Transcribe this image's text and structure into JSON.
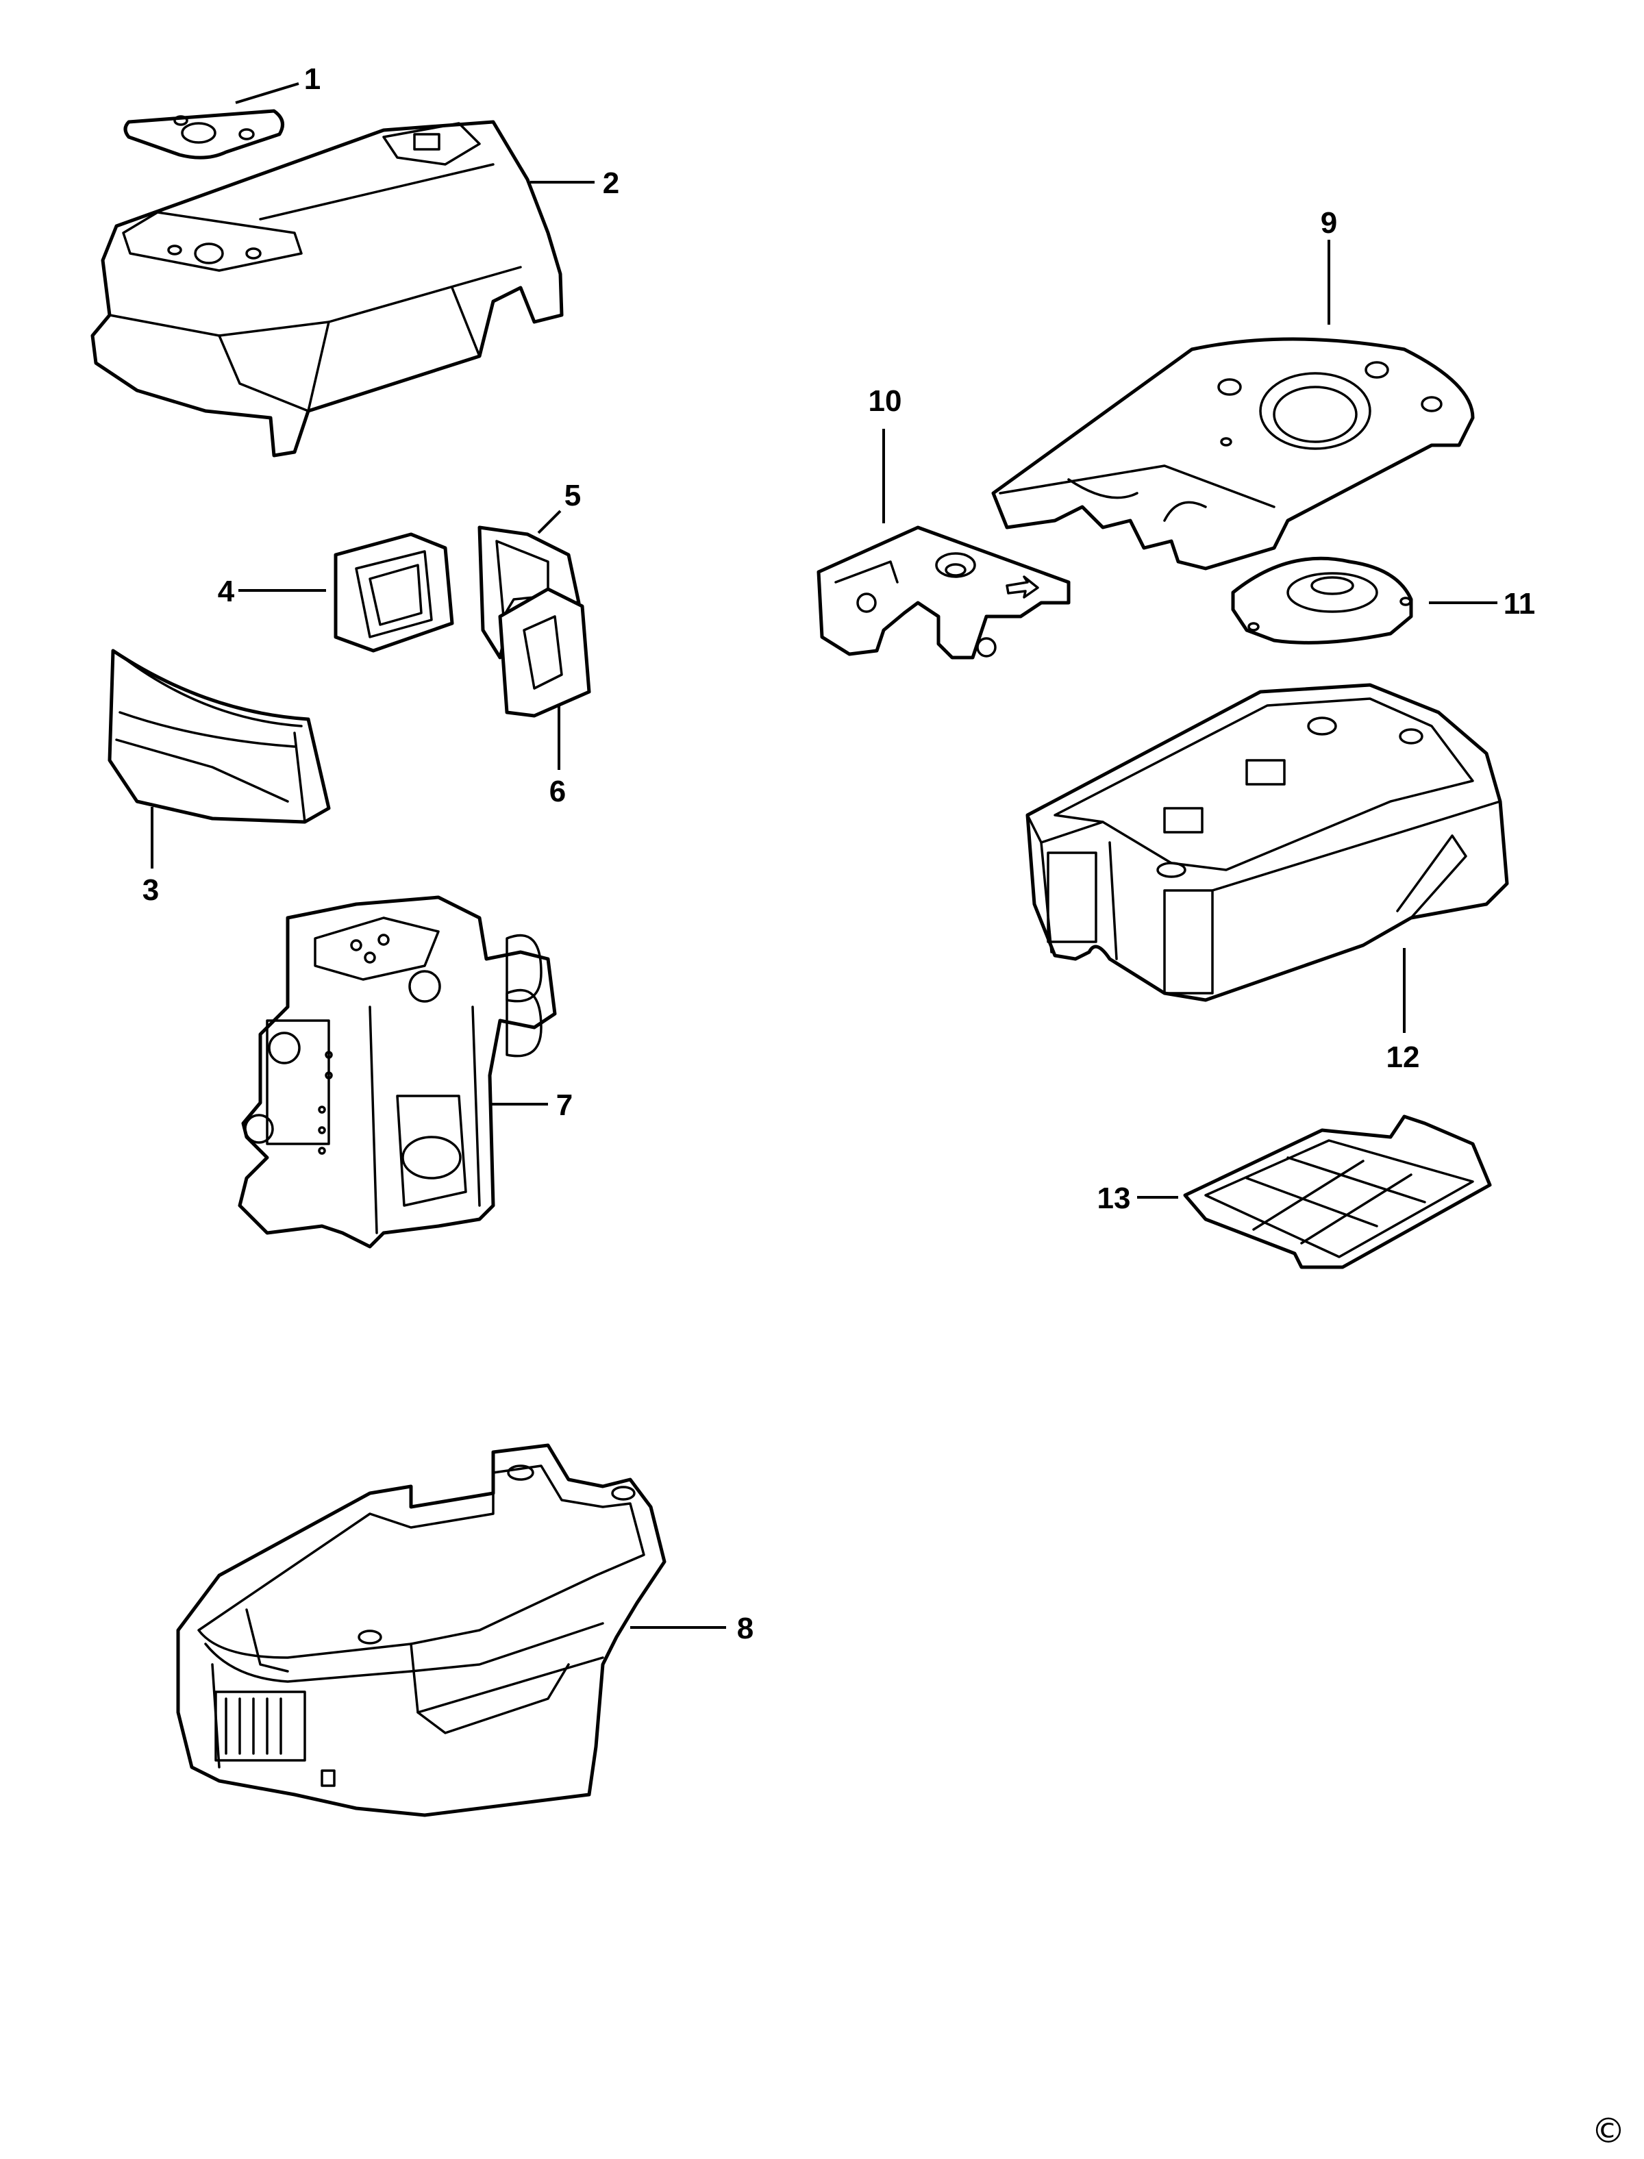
{
  "diagram": {
    "callouts": [
      {
        "id": "1",
        "label": "1"
      },
      {
        "id": "2",
        "label": "2"
      },
      {
        "id": "3",
        "label": "3"
      },
      {
        "id": "4",
        "label": "4"
      },
      {
        "id": "5",
        "label": "5"
      },
      {
        "id": "6",
        "label": "6"
      },
      {
        "id": "7",
        "label": "7"
      },
      {
        "id": "8",
        "label": "8"
      },
      {
        "id": "9",
        "label": "9"
      },
      {
        "id": "10",
        "label": "10"
      },
      {
        "id": "11",
        "label": "11"
      },
      {
        "id": "12",
        "label": "12"
      },
      {
        "id": "13",
        "label": "13"
      }
    ],
    "copyright_symbol": "©",
    "line_color": "#000000",
    "background_color": "#ffffff"
  }
}
